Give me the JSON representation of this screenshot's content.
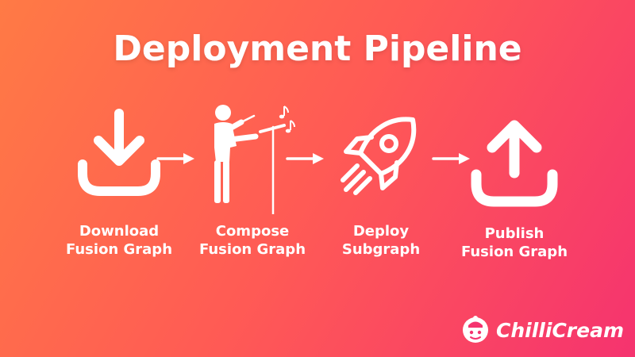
{
  "title": "Deployment Pipeline",
  "steps": [
    {
      "icon": "download-icon",
      "line1": "Download",
      "line2": "Fusion Graph"
    },
    {
      "icon": "conductor-icon",
      "line1": "Compose",
      "line2": "Fusion Graph"
    },
    {
      "icon": "rocket-icon",
      "line1": "Deploy",
      "line2": "Subgraph"
    },
    {
      "icon": "upload-icon",
      "line1": "Publish",
      "line2": "Fusion Graph"
    }
  ],
  "brand": {
    "name": "ChilliCream",
    "logo": "chillicream-logo"
  },
  "colors": {
    "gradient_start": "#ff7a45",
    "gradient_end": "#f5336f",
    "foreground": "#ffffff"
  }
}
